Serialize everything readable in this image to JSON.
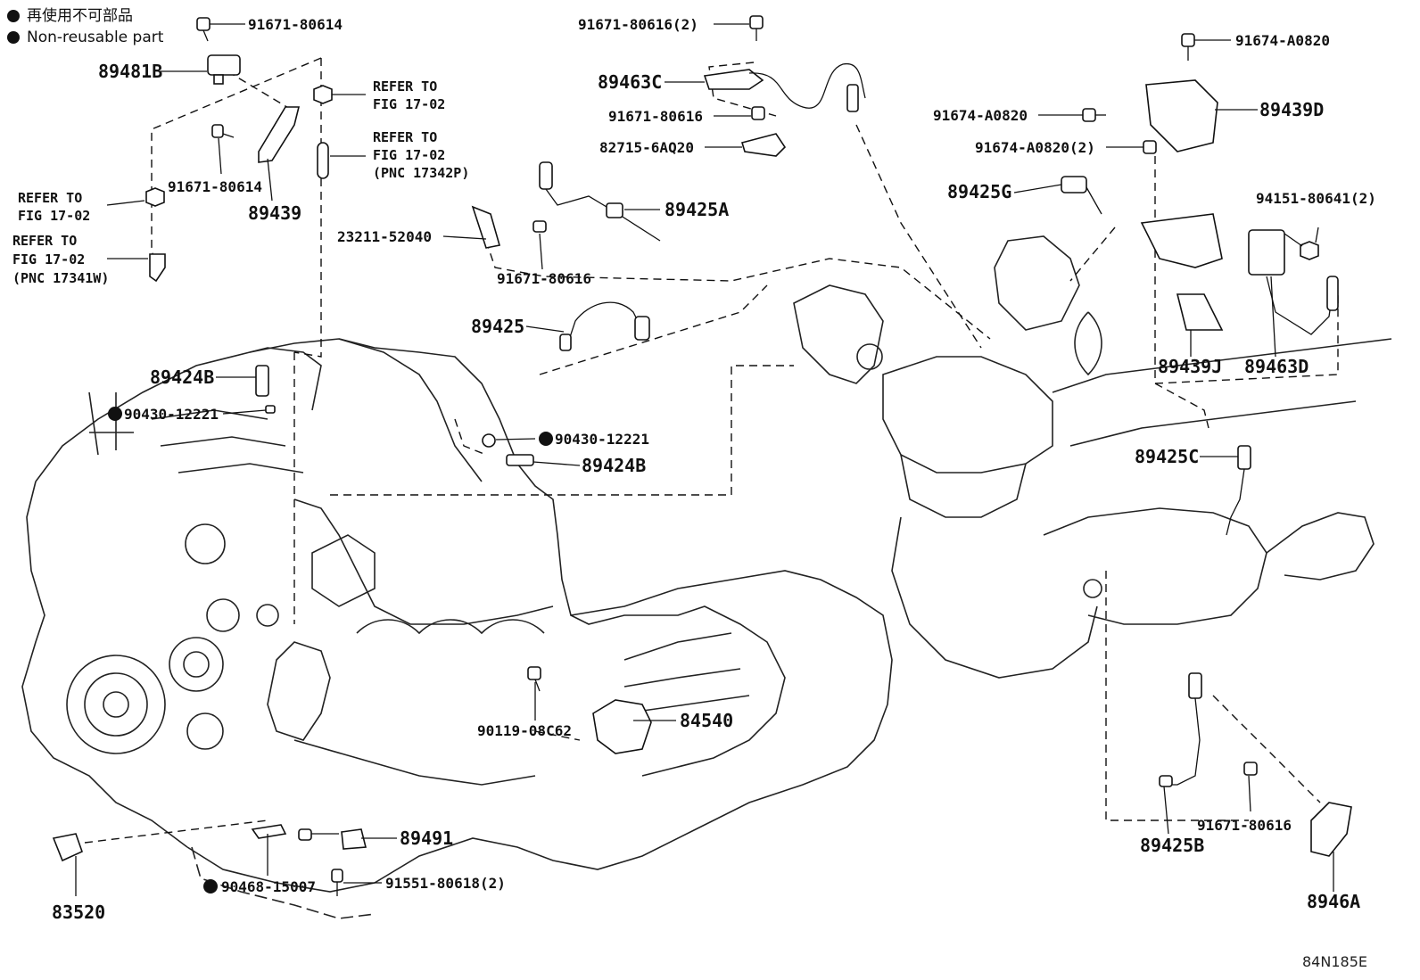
{
  "legend": {
    "reuse": "再使用不可部品",
    "nonreusable": "Non-reusable part"
  },
  "callouts": {
    "p91671_80614_top": "91671-80614",
    "p89481B": "89481B",
    "p91671_80614_mid": "91671-80614",
    "p89439": "89439",
    "refer1_a": "REFER TO",
    "refer1_b": "FIG 17-02",
    "refer2_a": "REFER TO",
    "refer2_b": "FIG 17-02",
    "refer2_c": "(PNC 17342P)",
    "refer3_a": "REFER TO",
    "refer3_b": "FIG 17-02",
    "refer4_a": "REFER TO",
    "refer4_b": "FIG 17-02",
    "refer4_c": "(PNC 17341W)",
    "p91671_80616_2": "91671-80616(2)",
    "p89463C": "89463C",
    "p91671_80616_a": "91671-80616",
    "p82715_6AQ20": "82715-6AQ20",
    "p89425A": "89425A",
    "p23211_52040": "23211-52040",
    "p91671_80616_b": "91671-80616",
    "p89425": "89425",
    "p89424B_a": "89424B",
    "p90430_12221_a": "90430-12221",
    "p90430_12221_b": "90430-12221",
    "p89424B_b": "89424B",
    "p91674_A0820_a": "91674-A0820",
    "p89439D": "89439D",
    "p91674_A0820_b": "91674-A0820",
    "p91674_A0820_2": "91674-A0820(2)",
    "p89425G": "89425G",
    "p94151_80641_2": "94151-80641(2)",
    "p89439J": "89439J",
    "p89463D": "89463D",
    "p89425C": "89425C",
    "p84540": "84540",
    "p90119_08C62": "90119-08C62",
    "p89491": "89491",
    "p90468_15007": "90468-15007",
    "p91551_80618_2": "91551-80618(2)",
    "p83520": "83520",
    "p89425B": "89425B",
    "p91671_80616_c": "91671-80616",
    "p8946A": "8946A"
  },
  "figure_code": "84N185E"
}
